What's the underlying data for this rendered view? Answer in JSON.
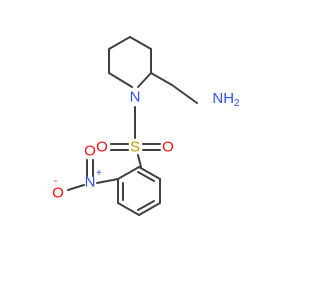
{
  "colors": {
    "bond": "#404040",
    "nitrogen": "#3050f8",
    "oxygen": "#ff0d0d",
    "sulfur": "#b8a200",
    "background": "#ffffff"
  },
  "atoms": {
    "amine": "NH",
    "amine_sub": "2",
    "ring_nitrogen": "N",
    "sulfur": "S",
    "sulfonyl_oxygen_left": "O",
    "sulfonyl_oxygen_right": "O",
    "nitro_nitrogen": "N",
    "nitro_charge_plus": "+",
    "nitro_oxygen_top": "O",
    "nitro_oxygen_left": "O",
    "nitro_charge_minus": "-"
  }
}
